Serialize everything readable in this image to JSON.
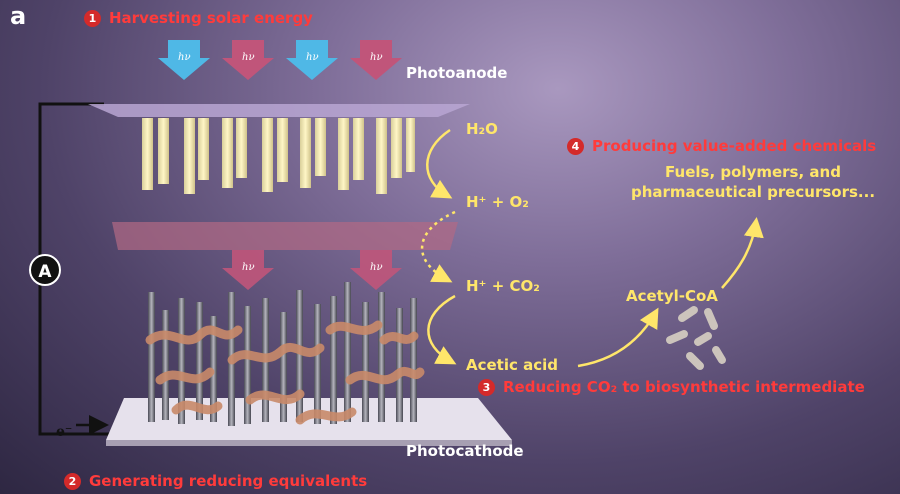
{
  "panel_letter": "a",
  "steps": [
    {
      "number": "1",
      "label": "Harvesting solar energy"
    },
    {
      "number": "2",
      "label": "Generating reducing equivalents"
    },
    {
      "number": "3",
      "label": "Reducing CO₂ to biosynthetic intermediate"
    },
    {
      "number": "4",
      "label": "Producing value-added chemicals"
    }
  ],
  "electrodes": {
    "top": "Photoanode",
    "bottom": "Photocathode"
  },
  "photon_label": "hν",
  "ammeter_label": "A",
  "electron_label": "e⁻",
  "species": {
    "water": "H₂O",
    "proton_oxygen": "H⁺ + O₂",
    "proton_co2": "H⁺ + CO₂",
    "acetic_acid": "Acetic acid",
    "acetyl_coa": "Acetyl-CoA"
  },
  "products": {
    "line1": "Fuels, polymers, and",
    "line2": "pharmaceutical precursors..."
  },
  "colors": {
    "step_red": "#ff3b3b",
    "species_yellow": "#ffe66a",
    "photon_blue": "#4fb8e6",
    "photon_red": "#c0557a"
  }
}
